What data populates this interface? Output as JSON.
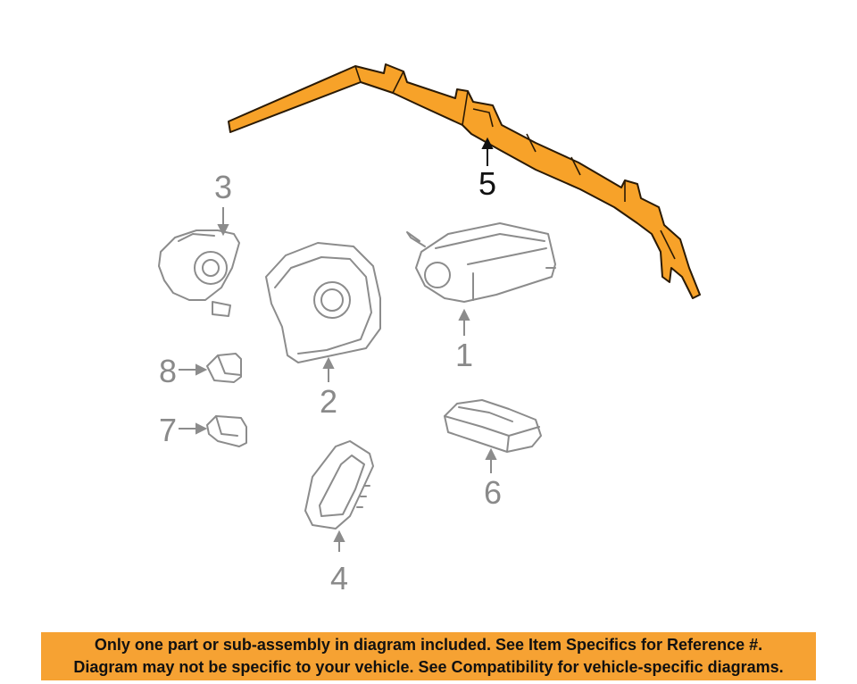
{
  "callouts": {
    "c1": "1",
    "c2": "2",
    "c3": "3",
    "c4": "4",
    "c5": "5",
    "c6": "6",
    "c7": "7",
    "c8": "8"
  },
  "highlight_color": "#f7a229",
  "notice": {
    "line1": "Only one part or sub-assembly in diagram included. See Item Specifics for Reference #.",
    "line2": "Diagram may not be specific to your vehicle. See Compatibility for vehicle-specific diagrams."
  }
}
